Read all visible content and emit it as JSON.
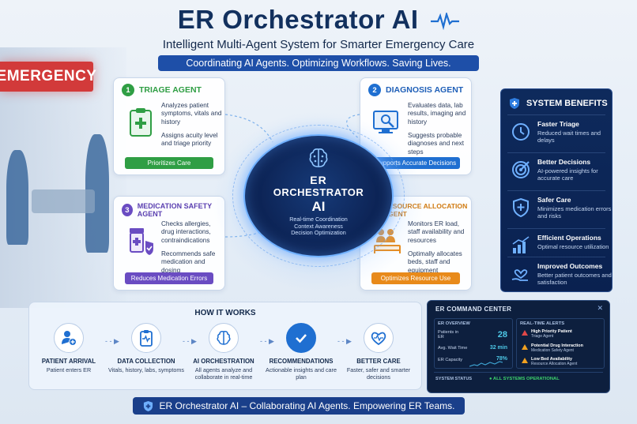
{
  "header": {
    "title": "ER Orchestrator AI",
    "subtitle": "Intelligent Multi-Agent System for Smarter Emergency Care",
    "tagline": "Coordinating AI Agents. Optimizing Workflows. Saving Lives."
  },
  "background": {
    "sign": "EMERGENCY"
  },
  "agents": {
    "triage": {
      "num": "1",
      "title": "TRIAGE AGENT",
      "desc1": "Analyzes patient symptoms, vitals and history",
      "desc2": "Assigns acuity level and triage priority",
      "pill": "Prioritizes Care",
      "color": "#2f9e44"
    },
    "diagnosis": {
      "num": "2",
      "title": "DIAGNOSIS AGENT",
      "desc1": "Evaluates data, lab results, imaging and history",
      "desc2": "Suggests probable diagnoses and next steps",
      "pill": "Supports Accurate Decisions",
      "color": "#1f6fd1"
    },
    "medication": {
      "num": "3",
      "title": "MEDICATION SAFETY AGENT",
      "desc1": "Checks allergies, drug interactions, contraindications",
      "desc2": "Recommends safe medication and dosing",
      "pill": "Reduces Medication Errors",
      "color": "#6a4cc2"
    },
    "resource": {
      "num": "4",
      "title": "RESOURCE ALLOCATION AGENT",
      "desc1": "Monitors ER load, staff availability and resources",
      "desc2": "Optimally allocates beds, staff and equipment",
      "pill": "Optimizes Resource Use",
      "color": "#e88a1a"
    }
  },
  "center": {
    "line1": "ER",
    "line2": "ORCHESTRATOR",
    "line3": "AI",
    "f1": "Real-time Coordination",
    "f2": "Context Awareness",
    "f3": "Decision Optimization"
  },
  "benefits": {
    "title": "SYSTEM BENEFITS",
    "items": [
      {
        "title": "Faster Triage",
        "desc": "Reduced wait times and delays",
        "icon": "clock-icon"
      },
      {
        "title": "Better Decisions",
        "desc": "AI-powered insights for accurate care",
        "icon": "target-icon"
      },
      {
        "title": "Safer Care",
        "desc": "Minimizes medication errors and risks",
        "icon": "shield-plus-icon"
      },
      {
        "title": "Efficient Operations",
        "desc": "Optimal resource utilization",
        "icon": "bar-chart-icon"
      },
      {
        "title": "Improved Outcomes",
        "desc": "Better patient outcomes and satisfaction",
        "icon": "hand-heart-icon"
      }
    ]
  },
  "how": {
    "title": "HOW IT WORKS",
    "steps": [
      {
        "title": "PATIENT ARRIVAL",
        "desc": "Patient enters ER",
        "icon": "patient-add-icon"
      },
      {
        "title": "DATA COLLECTION",
        "desc": "Vitals, history, labs, symptoms",
        "icon": "clipboard-icon"
      },
      {
        "title": "AI ORCHESTRATION",
        "desc": "All agents analyze and collaborate in real-time",
        "icon": "brain-icon"
      },
      {
        "title": "RECOMMENDATIONS",
        "desc": "Actionable insights and care plan",
        "icon": "check-circle-icon"
      },
      {
        "title": "BETTER CARE",
        "desc": "Faster, safer and smarter decisions",
        "icon": "heart-pulse-icon"
      }
    ]
  },
  "command": {
    "title": "ER COMMAND CENTER",
    "overview_label": "ER OVERVIEW",
    "alerts_label": "REAL-TIME ALERTS",
    "metrics": [
      {
        "label": "Patients in ER",
        "value": "28"
      },
      {
        "label": "Avg. Wait Time",
        "value": "32 min"
      },
      {
        "label": "ER Capacity",
        "value": "78%"
      }
    ],
    "alerts": [
      {
        "title": "High Priority Patient",
        "source": "Triage Agent",
        "color": "#e04848"
      },
      {
        "title": "Potential Drug Interaction",
        "source": "Medication Safety Agent",
        "color": "#f0a020"
      },
      {
        "title": "Low Bed Availability",
        "source": "Resource Allocation Agent",
        "color": "#f0a020"
      }
    ],
    "status_label": "SYSTEM STATUS",
    "status_value": "ALL SYSTEMS OPERATIONAL"
  },
  "footer": {
    "text": "ER Orchestrator AI – Collaborating AI Agents. Empowering ER Teams."
  }
}
